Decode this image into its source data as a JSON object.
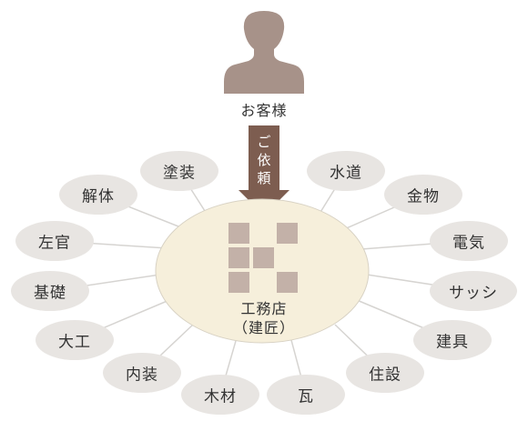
{
  "customer": {
    "label": "お客様"
  },
  "request": {
    "chars": [
      "ご",
      "依",
      "頼"
    ]
  },
  "center": {
    "line1": "工務店",
    "line2": "（建匠）"
  },
  "trades": [
    {
      "id": "tosou",
      "label": "塗装"
    },
    {
      "id": "kaitai",
      "label": "解体"
    },
    {
      "id": "sakan",
      "label": "左官"
    },
    {
      "id": "kiso",
      "label": "基礎"
    },
    {
      "id": "daiku",
      "label": "大工"
    },
    {
      "id": "naisou",
      "label": "内装"
    },
    {
      "id": "mokuzai",
      "label": "木材"
    },
    {
      "id": "kawara",
      "label": "瓦"
    },
    {
      "id": "jusetsu",
      "label": "住設"
    },
    {
      "id": "tategu",
      "label": "建具"
    },
    {
      "id": "sasshi",
      "label": "サッシ"
    },
    {
      "id": "denki",
      "label": "電気"
    },
    {
      "id": "kanamono",
      "label": "金物"
    },
    {
      "id": "suidou",
      "label": "水道"
    }
  ],
  "colors": {
    "person": "#a79289",
    "arrow": "#7d5d50",
    "center_fill": "#f6efdb",
    "center_stroke": "#d8d2c4",
    "trade_fill": "#e8e5e2",
    "line": "#d6d4d1",
    "logo": "#c3b1a8"
  }
}
